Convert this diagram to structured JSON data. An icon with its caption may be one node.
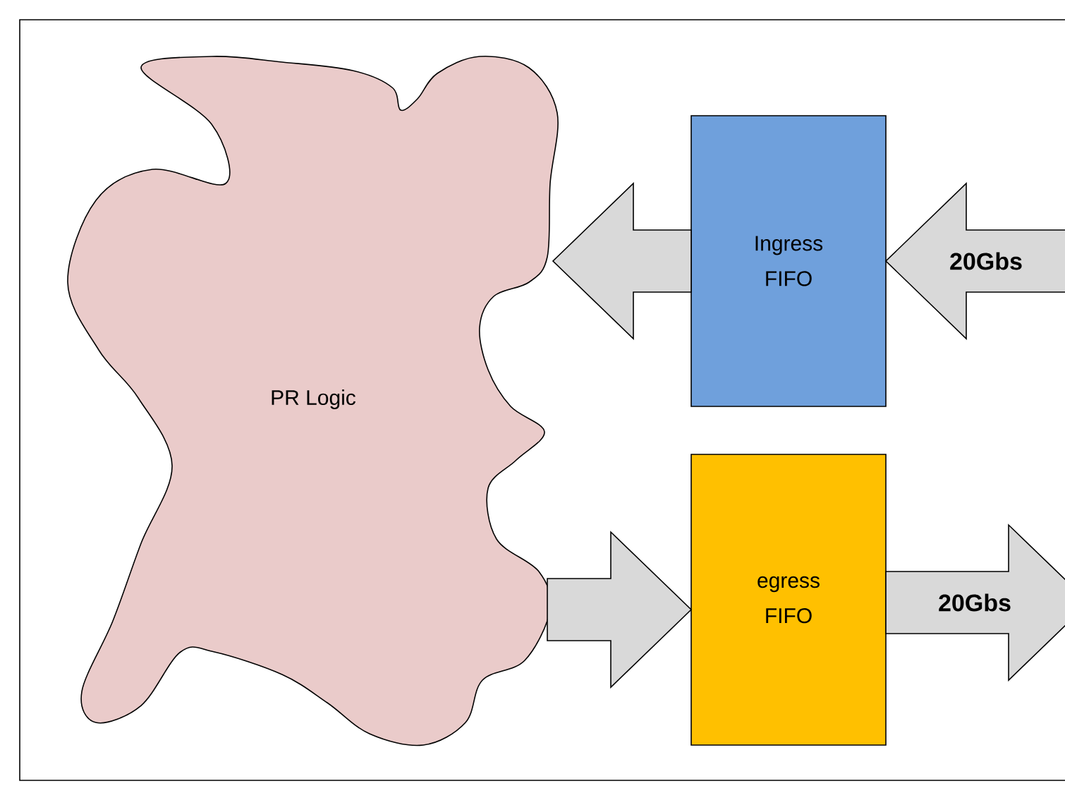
{
  "diagram": {
    "nodes": [
      {
        "text": [
          "PR Logic"
        ]
      },
      {
        "text": [
          "Ingress FIFO"
        ]
      },
      {
        "text": [
          "egress FIFO"
        ]
      }
    ],
    "edges": [
      {
        "from": 1,
        "to": 0,
        "arrow": "to"
      },
      {
        "from": null,
        "to": 1,
        "arrow": "to",
        "label": "20Gbs"
      },
      {
        "from": 0,
        "to": 2,
        "arrow": "to"
      },
      {
        "from": 2,
        "to": null,
        "arrow": "to",
        "label": "20Gbs"
      }
    ]
  }
}
